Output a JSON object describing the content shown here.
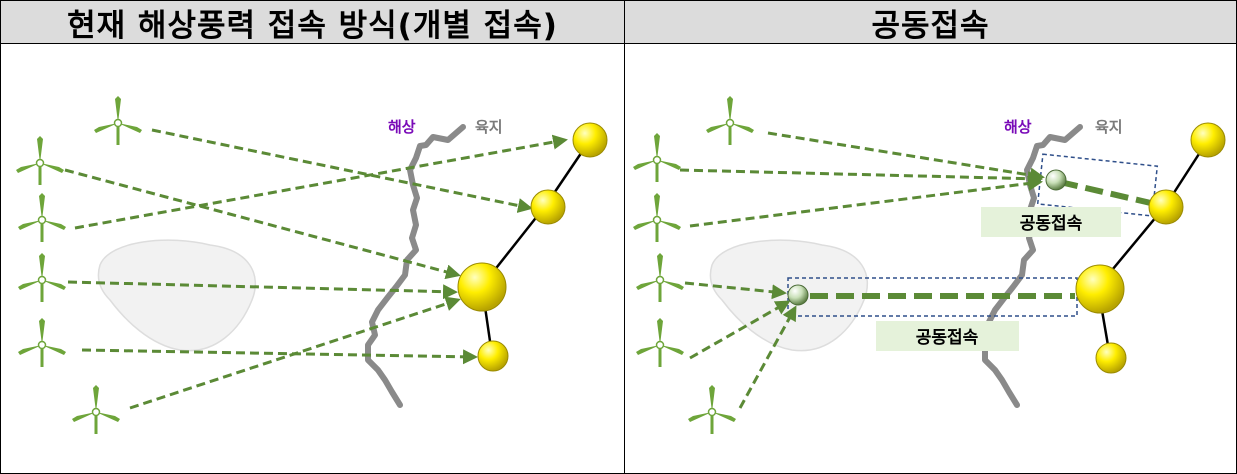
{
  "headers": {
    "left": "현재 해상풍력 접속 방식(개별 접속)",
    "right": "공동접속"
  },
  "labels": {
    "sea": "해상",
    "land": "육지",
    "joint": "공동접속"
  },
  "colors": {
    "arrow": "#5b8a36",
    "turbine": "#6ea53a",
    "node": "#ffee00",
    "sea": "#7a0ab8",
    "land": "#7a7a7a"
  },
  "icons": {
    "turbine": "wind-turbine-icon",
    "substation": "substation-node-icon",
    "collector": "collector-node-icon"
  }
}
